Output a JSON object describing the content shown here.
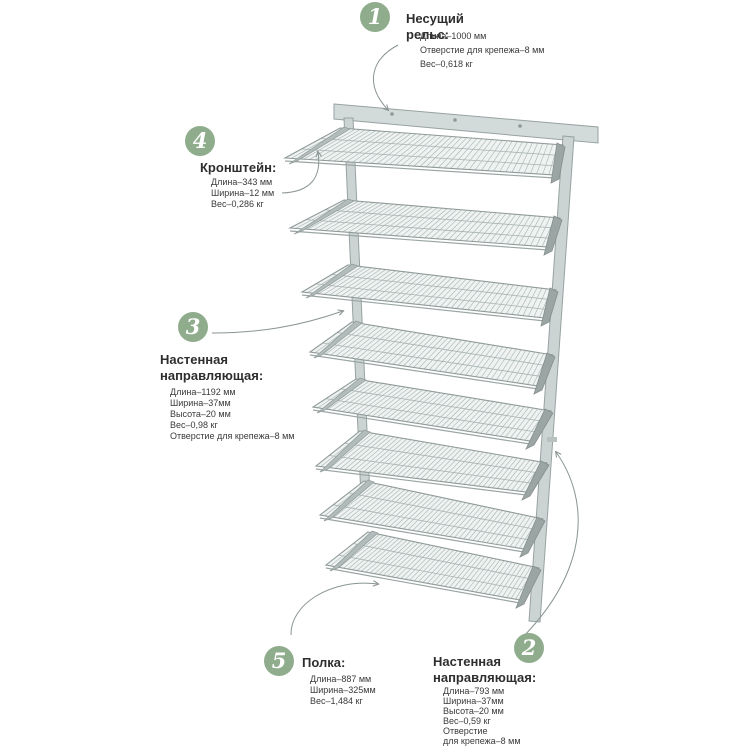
{
  "colors": {
    "badge": "#8fac8c",
    "metal": "#c9d2d1",
    "metal_dark": "#98a3a2",
    "arrow": "#8a9593"
  },
  "callouts": {
    "c1": {
      "badge": "1",
      "title": "Несущий рельс:",
      "specs": [
        "Длина–1000 мм",
        "Отверстие для крепежа–8 мм",
        "Вес–0,618 кг"
      ]
    },
    "c4": {
      "badge": "4",
      "title": "Кронштейн:",
      "specs": [
        "Длина–343 мм",
        "Ширина–12 мм",
        "Вес–0,286 кг"
      ]
    },
    "c3": {
      "badge": "3",
      "title": "Настенная направляющая:",
      "specs": [
        "Длина–1192 мм",
        "Ширина–37мм",
        "Высота–20 мм",
        "Вес–0,98 кг",
        "Отверстие для крепежа–8 мм"
      ]
    },
    "c5": {
      "badge": "5",
      "title": "Полка:",
      "specs": [
        "Длина–887 мм",
        "Ширина–325мм",
        "Вес–1,484 кг"
      ]
    },
    "c2": {
      "badge": "2",
      "title": "Настенная направляющая:",
      "specs": [
        "Длина–793 мм",
        "Ширина–37мм",
        "Высота–20 мм",
        "Вес–0,59 кг",
        "Отверстие",
        "для крепежа–8 мм"
      ]
    }
  }
}
